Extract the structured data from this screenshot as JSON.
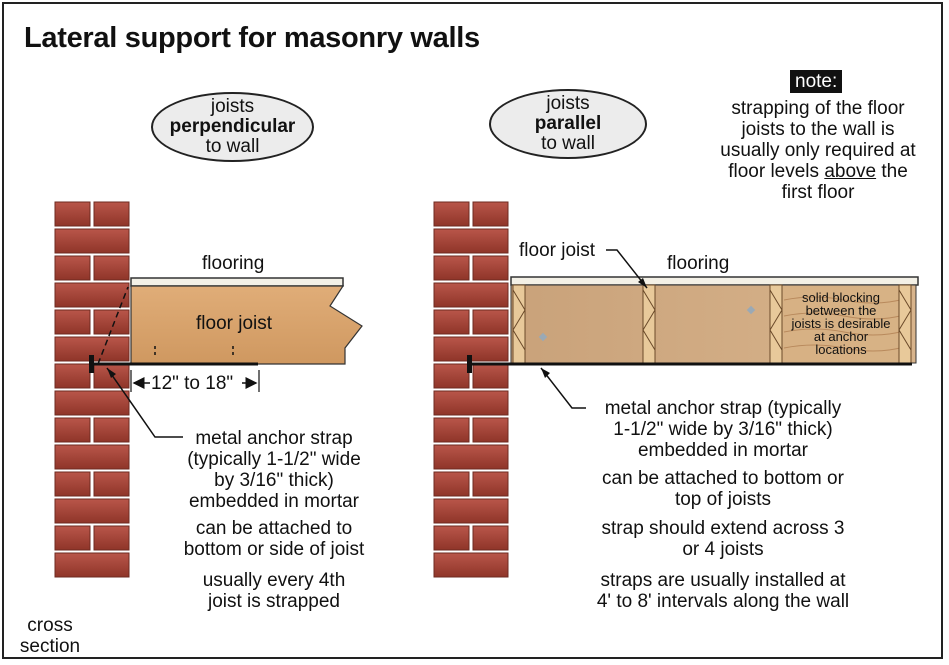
{
  "title": "Lateral support for masonry walls",
  "left": {
    "oval": {
      "line1": "joists",
      "line2": "perpendicular",
      "line3": "to wall"
    },
    "flooring_label": "flooring",
    "joist_label": "floor joist",
    "spacing_label": "12\" to 18\"",
    "strap_lines": [
      "metal anchor strap",
      "(typically 1-1/2\" wide",
      "by 3/16\" thick)",
      "embedded in mortar"
    ],
    "attach_lines": [
      "can be attached to",
      "bottom or side of joist"
    ],
    "freq_lines": [
      "usually every 4th",
      "joist is strapped"
    ],
    "cross_section_lines": [
      "cross",
      "section"
    ]
  },
  "right": {
    "oval": {
      "line1": "joists",
      "line2": "parallel",
      "line3": "to wall"
    },
    "floor_joist_label": "floor joist",
    "flooring_label": "flooring",
    "blocking_lines": [
      "solid blocking",
      "between the",
      "joists is desirable",
      "at anchor",
      "locations"
    ],
    "strap_lines": [
      "metal anchor strap (typically",
      "1-1/2\" wide by 3/16\" thick)",
      "embedded in mortar"
    ],
    "attach_lines": [
      "can be attached to bottom or",
      "top of joists"
    ],
    "extend_lines": [
      "strap should extend across 3",
      "or 4 joists"
    ],
    "install_lines": [
      "straps are usually installed at",
      "4' to 8' intervals along the wall"
    ]
  },
  "note": {
    "tag": "note:",
    "line1": "strapping of the floor",
    "line2": "joists to the wall is",
    "line3": "usually only required at",
    "line4_pre": "floor levels ",
    "line4_under": "above",
    "line4_post": " the",
    "line5": "first floor"
  },
  "colors": {
    "brick": "#a8473a",
    "brick_dark": "#7d2e24",
    "wood": "#d9a56e",
    "wood_dark": "#b07d4a",
    "flooring": "#f3f0e6",
    "oval_fill": "#ececec"
  }
}
